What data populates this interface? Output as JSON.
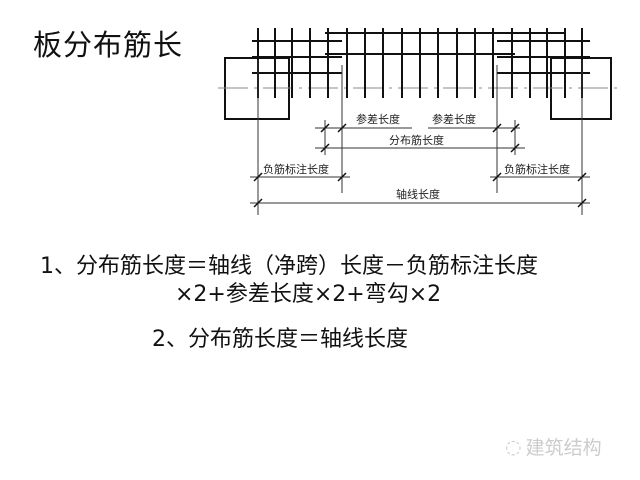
{
  "title": "板分布筋长",
  "diagram": {
    "labels": {
      "lap_left": "参差长度",
      "lap_right": "参差长度",
      "dist_bar": "分布筋长度",
      "neg_left": "负筋标注长度",
      "neg_right": "负筋标注长度",
      "axis": "轴线长度"
    }
  },
  "formulas": {
    "line1": "1、分布筋长度＝轴线（净跨）长度－负筋标注长度",
    "line1b": "×2+参差长度×2+弯勾×2",
    "line2": "2、分布筋长度＝轴线长度"
  },
  "watermark": {
    "text": "建筑结构"
  }
}
